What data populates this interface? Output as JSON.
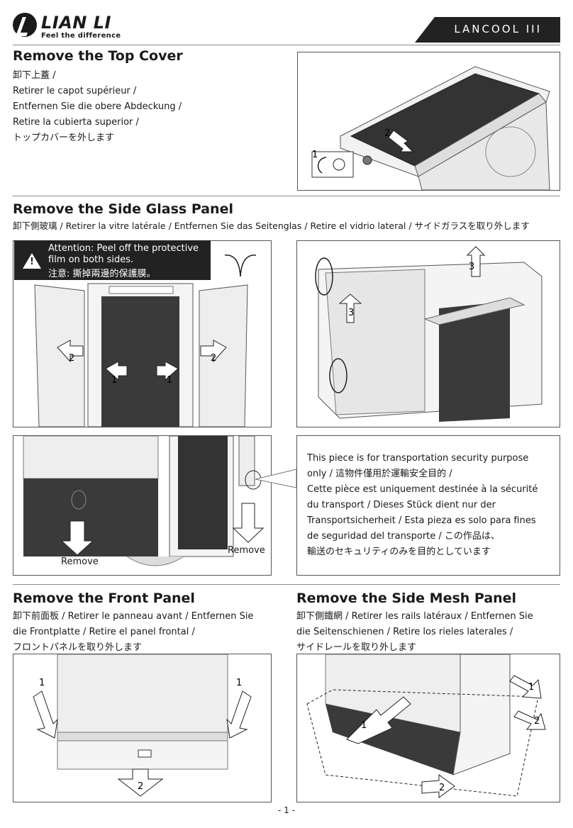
{
  "header": {
    "brand": "LIAN LI",
    "tagline": "Feel the difference",
    "model": "LANCOOL III"
  },
  "top_cover": {
    "title": "Remove the Top Cover",
    "lines": [
      "卸下上蓋 /",
      "Retirer le capot supérieur /",
      "Entfernen Sie die obere Abdeckung /",
      "Retire la cubierta superior /",
      "トップカバーを外します"
    ],
    "step1": "1",
    "step2": "2"
  },
  "side_glass": {
    "title": "Remove the Side Glass Panel",
    "subtitle": "卸下側玻璃 / Retirer la vitre latérale / Entfernen Sie das Seitenglas / Retire el vidrio lateral / サイドガラスを取り外します",
    "attention": {
      "line1": "Attention: Peel off the protective",
      "line2": "film on both sides.",
      "line3": "注意: 撕掉兩邊的保護膜。"
    },
    "step1": "1",
    "step2": "2",
    "step3": "3"
  },
  "transport": {
    "lines": [
      "This piece is for transportation security purpose",
      "only / 這物件僅用於運輸安全目的 /",
      "Cette pièce est uniquement destinée à la sécurité",
      "du transport / Dieses Stück dient nur der",
      "Transportsicherheit / Esta pieza es solo para fines",
      "de seguridad del transporte / この作品は、",
      "輸送のセキュリティのみを目的としています"
    ],
    "remove_label": "Remove"
  },
  "front_panel": {
    "title": "Remove the Front Panel",
    "lines": [
      "卸下前面板 / Retirer le panneau avant / Entfernen Sie",
      "die Frontplatte / Retire el panel frontal /",
      "フロントパネルを取り外します"
    ],
    "step1": "1",
    "step2": "2"
  },
  "side_mesh": {
    "title": "Remove the Side Mesh Panel",
    "lines": [
      "卸下側鐵網 / Retirer les rails latéraux / Entfernen Sie",
      "die Seitenschienen / Retire los rieles laterales /",
      "サイドレールを取り外します"
    ],
    "step1": "1",
    "step2": "2"
  },
  "footer": {
    "page": "- 1 -"
  }
}
